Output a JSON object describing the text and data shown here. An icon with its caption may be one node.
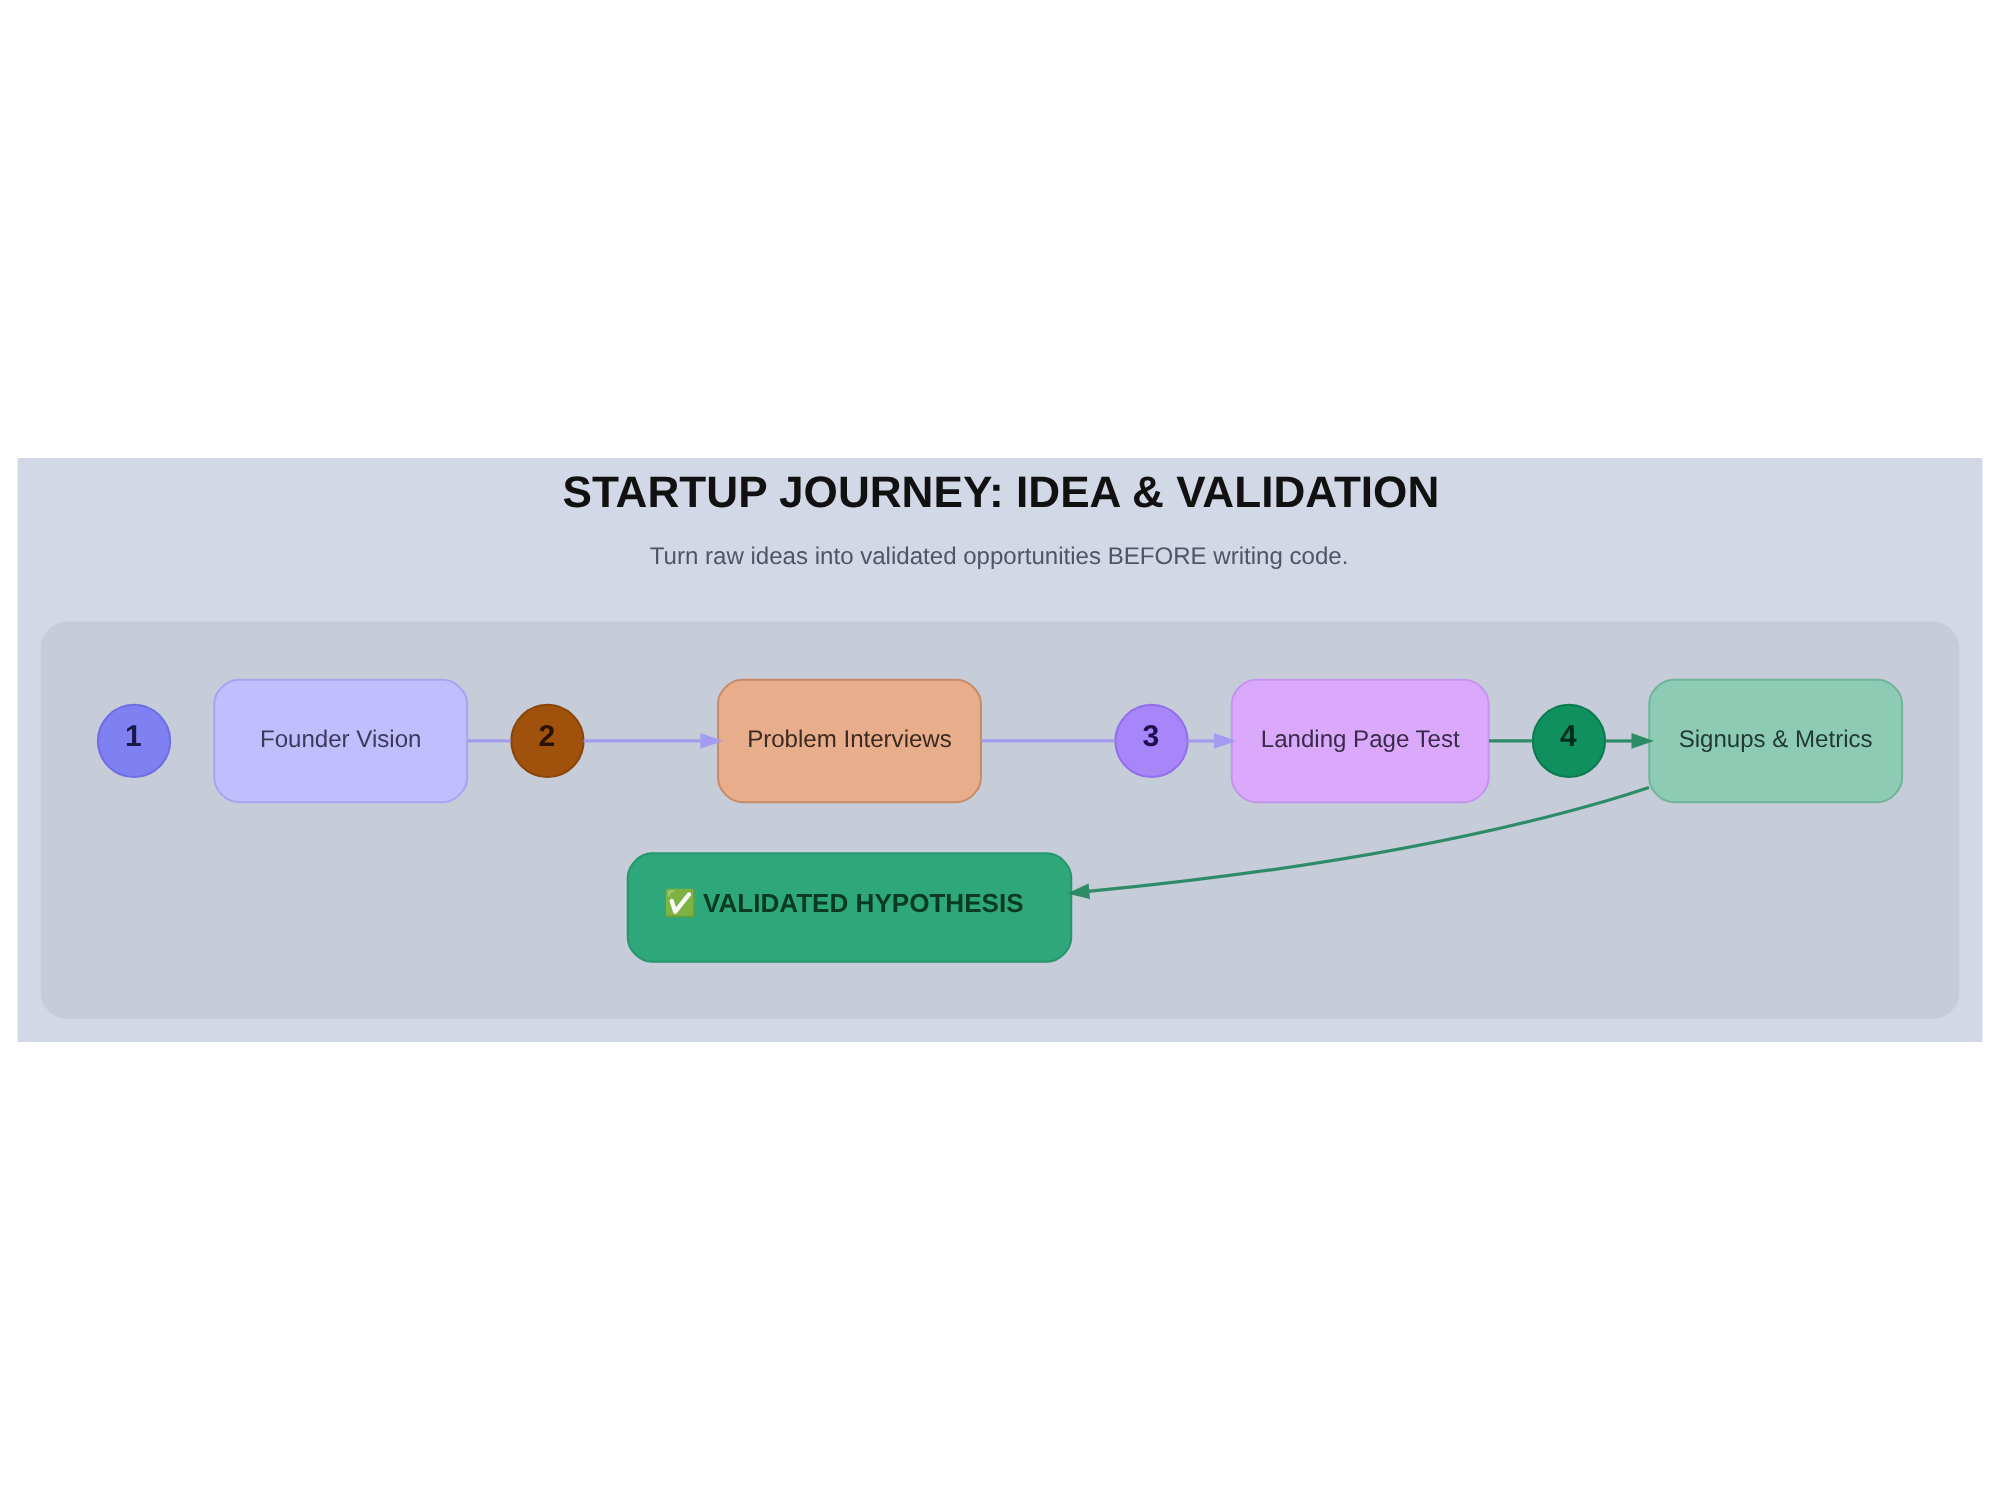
{
  "diagram": {
    "title": "STARTUP JOURNEY: IDEA & VALIDATION",
    "caption": "Turn raw ideas into validated opportunities BEFORE writing code.",
    "nodes": [
      {
        "text": [],
        "shape": "box"
      },
      {
        "text": [
          "1"
        ],
        "in": 0
      },
      {
        "text": [
          "Founder Vision"
        ],
        "in": 0
      },
      {
        "text": [
          "2"
        ],
        "in": 0
      },
      {
        "text": [
          "Problem Interviews"
        ],
        "in": 0
      },
      {
        "text": [
          "3"
        ],
        "in": 0
      },
      {
        "text": [
          "Landing Page Test"
        ],
        "in": 0
      },
      {
        "text": [
          "4"
        ],
        "in": 0
      },
      {
        "text": [
          "Signups & Metrics"
        ],
        "in": 0
      },
      {
        "text": [
          "✅ VALIDATED HYPOTHESIS"
        ],
        "in": 0
      }
    ],
    "edges": [
      {
        "from": 2,
        "to": 3,
        "arrow": "none"
      },
      {
        "from": 3,
        "to": 4,
        "arrow": "to"
      },
      {
        "from": 4,
        "to": 5,
        "arrow": "none"
      },
      {
        "from": 5,
        "to": 6,
        "arrow": "to"
      },
      {
        "from": 6,
        "to": 7,
        "arrow": "none",
        "color": "#2e8b68"
      },
      {
        "from": 7,
        "to": 8,
        "arrow": "to",
        "color": "#2e8b68"
      },
      {
        "from": 8,
        "to": 9,
        "arrow": "to",
        "color": "#2e8b68"
      }
    ]
  }
}
